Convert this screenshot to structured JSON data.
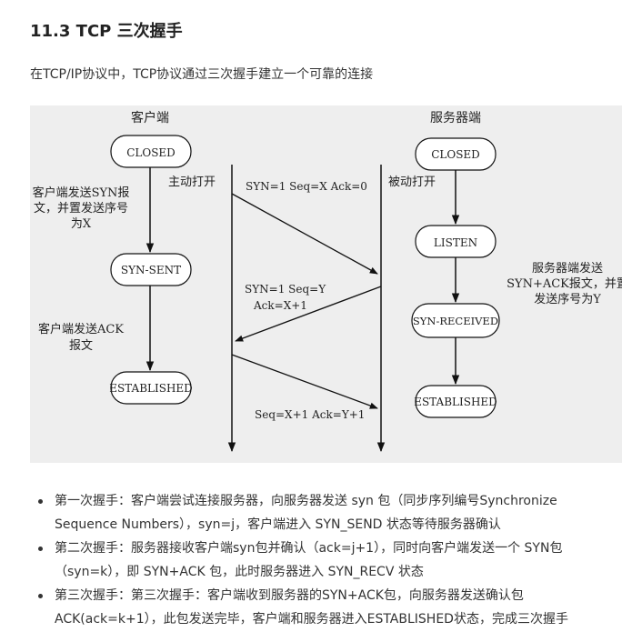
{
  "heading": "11.3 TCP 三次握手",
  "intro": "在TCP/IP协议中，TCP协议通过三次握手建立一个可靠的连接",
  "diagram": {
    "client_header": "客户端",
    "server_header": "服务器端",
    "client_states": [
      "CLOSED",
      "SYN-SENT",
      "ESTABLISHED"
    ],
    "server_states": [
      "CLOSED",
      "LISTEN",
      "SYN-RECEIVED",
      "ESTABLISHED"
    ],
    "active_open": "主动打开",
    "passive_open": "被动打开",
    "client_note1": [
      "客户端发送SYN报",
      "文，并置发送序号",
      "为X"
    ],
    "client_note2": [
      "客户端发送ACK",
      "报文"
    ],
    "server_note": [
      "服务器端发送",
      "SYN+ACK报文，并置",
      "发送序号为Y"
    ],
    "msg1": "SYN=1 Seq=X Ack=0",
    "msg2": [
      "SYN=1 Seq=Y",
      "Ack=X+1"
    ],
    "msg3": "Seq=X+1 Ack=Y+1"
  },
  "bullets": [
    [
      "第一次握手：客户端尝试连接服务器，向服务器发送 syn 包（同步序列编号Synchronize",
      "Sequence Numbers），syn=j，客户端进入 SYN_SEND 状态等待服务器确认"
    ],
    [
      "第二次握手：服务器接收客户端syn包并确认（ack=j+1），同时向客户端发送一个 SYN包",
      "（syn=k），即 SYN+ACK 包，此时服务器进入 SYN_RECV 状态"
    ],
    [
      "第三次握手：第三次握手：客户端收到服务器的SYN+ACK包，向服务器发送确认包",
      "ACK(ack=k+1），此包发送完毕，客户端和服务器进入ESTABLISHED状态，完成三次握手"
    ]
  ]
}
